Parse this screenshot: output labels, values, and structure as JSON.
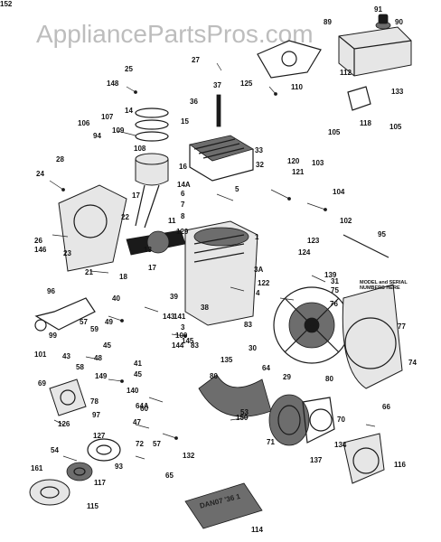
{
  "watermark": "AppliancePartsPros.com",
  "note": "MODEL and SERIAL NUMBERS HERE",
  "booklet_label": "DAN07 '36 1",
  "labels": [
    "148",
    "25",
    "27",
    "37",
    "125",
    "110",
    "89",
    "112",
    "91",
    "90",
    "133",
    "14",
    "15",
    "106",
    "107",
    "94",
    "109",
    "108",
    "16",
    "36",
    "33",
    "32",
    "118",
    "105",
    "105",
    "24",
    "28",
    "14A",
    "17",
    "6",
    "7",
    "8",
    "5",
    "120",
    "121",
    "103",
    "104",
    "102",
    "22",
    "11",
    "129",
    "13",
    "26",
    "146",
    "23",
    "1",
    "95",
    "123",
    "124",
    "21",
    "18",
    "17",
    "3A",
    "122",
    "4",
    "31",
    "96",
    "40",
    "39",
    "141",
    "3",
    "143",
    "38",
    "145",
    "100",
    "101",
    "99",
    "57",
    "49",
    "43",
    "59",
    "149",
    "83",
    "45",
    "48",
    "83",
    "135",
    "144",
    "30",
    "139",
    "75",
    "76",
    "77",
    "74",
    "29",
    "58",
    "41",
    "45",
    "140",
    "80",
    "64",
    "64A",
    "80",
    "69",
    "78",
    "97",
    "60",
    "127",
    "47",
    "126",
    "150",
    "66",
    "70",
    "71",
    "137",
    "134",
    "72",
    "57",
    "132",
    "53",
    "65",
    "54",
    "93",
    "116",
    "161",
    "117",
    "115",
    "114",
    "152"
  ]
}
